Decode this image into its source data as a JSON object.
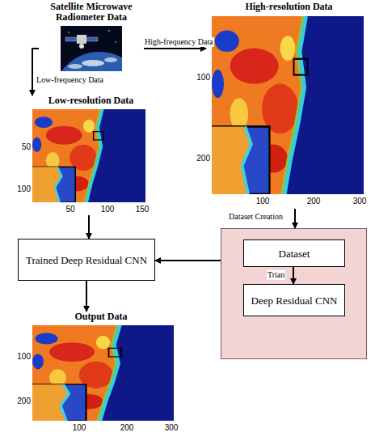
{
  "diagram": {
    "nodes": [
      {
        "text": [
          "Satellite Microwave Radiometer Data"
        ]
      },
      {
        "text": [
          "High-resolution Data"
        ]
      },
      {
        "text": [
          "Low-resolution Data"
        ]
      },
      {
        "text": []
      },
      {
        "text": [
          "Dataset"
        ],
        "in": 3
      },
      {
        "text": [
          "Deep Residual CNN"
        ],
        "in": 3
      },
      {
        "text": [
          "Trained Deep Residual CNN"
        ]
      },
      {
        "text": [
          "Output Data"
        ]
      }
    ],
    "edges": [
      {
        "from": 0,
        "to": 1,
        "label": "High-frequency Data",
        "arrow": "to"
      },
      {
        "from": 0,
        "to": 2,
        "label": "Low-frequency Data",
        "arrow": "to"
      },
      {
        "from": 1,
        "to": 3,
        "label": "Dataset Creation",
        "arrow": "to"
      },
      {
        "from": 4,
        "to": 5,
        "label": "Trian",
        "arrow": "to"
      },
      {
        "from": 2,
        "to": 6,
        "arrow": "to"
      },
      {
        "from": 3,
        "to": 6,
        "arrow": "to"
      },
      {
        "from": 6,
        "to": 7,
        "arrow": "to"
      }
    ],
    "labels": [
      "100",
      "200",
      "100",
      "200",
      "300",
      "50",
      "100",
      "50",
      "100",
      "150",
      "100",
      "200",
      "100",
      "200",
      "300"
    ]
  }
}
